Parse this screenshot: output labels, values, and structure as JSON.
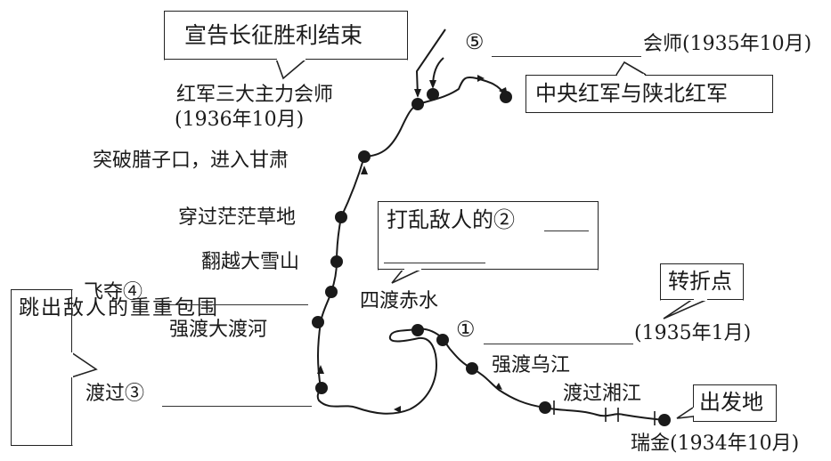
{
  "diagram": {
    "title": "红军长征路线示意图",
    "callouts": {
      "victory": "宣告长征胜利结束",
      "shaanbei": "中央红军与陕北红军",
      "disrupt_prefix": "打乱敌人的②",
      "turning_point": "转折点",
      "start": "出发地",
      "breakout": "跳出敌人的重重包围"
    },
    "stops": [
      {
        "id": "ruijin",
        "label": "瑞金(1934年10月)"
      },
      {
        "id": "xiangjiang",
        "label": "渡过湘江"
      },
      {
        "id": "wujiang",
        "label": "强渡乌江"
      },
      {
        "id": "blank1_marker",
        "label": "①"
      },
      {
        "id": "blank1_date",
        "label": "(1935年1月)"
      },
      {
        "id": "chishui",
        "label": "四渡赤水"
      },
      {
        "id": "blank3",
        "label": "渡过③"
      },
      {
        "id": "daduhe",
        "label": "强渡大渡河"
      },
      {
        "id": "blank4",
        "label": "飞夺④"
      },
      {
        "id": "snow",
        "label": "翻越大雪山"
      },
      {
        "id": "grassland",
        "label": "穿过茫茫草地"
      },
      {
        "id": "lazikou",
        "label": "突破腊子口，进入甘肃"
      },
      {
        "id": "three_armies",
        "label": "红军三大主力会师"
      },
      {
        "id": "three_armies_date",
        "label": "(1936年10月)"
      },
      {
        "id": "blank5_marker",
        "label": "⑤"
      },
      {
        "id": "blank5_suffix",
        "label": "会师(1935年10月)"
      }
    ]
  }
}
